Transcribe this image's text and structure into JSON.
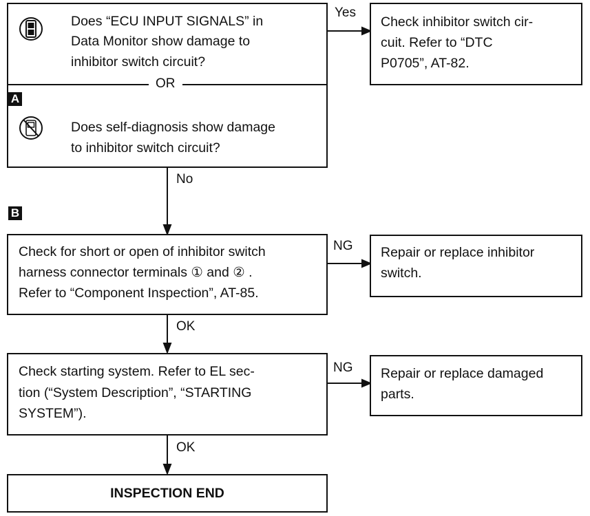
{
  "step1": {
    "question_a_lines": [
      "Does “ECU INPUT SIGNALS” in",
      "Data Monitor show damage to",
      "inhibitor switch circuit?"
    ],
    "or_label": "OR",
    "question_b_lines": [
      "Does self-diagnosis show damage",
      "to inhibitor switch circuit?"
    ],
    "badge_a": "A",
    "icon_a": "consult-tester-icon",
    "icon_b": "no-tools-icon"
  },
  "result_yes": {
    "branch_label": "Yes",
    "lines": [
      "Check inhibitor switch cir-",
      "cuit. Refer to “DTC",
      "P0705”, AT-82."
    ]
  },
  "branch_no": {
    "label": "No"
  },
  "badge_b": "B",
  "step2": {
    "lines": [
      "Check for short or open of inhibitor switch",
      "harness connector terminals ① and ② .",
      "Refer to “Component Inspection”, AT-85."
    ]
  },
  "result_ng1": {
    "branch_label": "NG",
    "lines": [
      "Repair or replace inhibitor",
      "switch."
    ]
  },
  "branch_ok1": {
    "label": "OK"
  },
  "step3": {
    "lines": [
      "Check starting system. Refer to EL sec-",
      "tion (“System Description”, “STARTING",
      "SYSTEM”)."
    ]
  },
  "result_ng2": {
    "branch_label": "NG",
    "lines": [
      "Repair or replace damaged",
      "parts."
    ]
  },
  "branch_ok2": {
    "label": "OK"
  },
  "end": {
    "label": "INSPECTION END"
  }
}
